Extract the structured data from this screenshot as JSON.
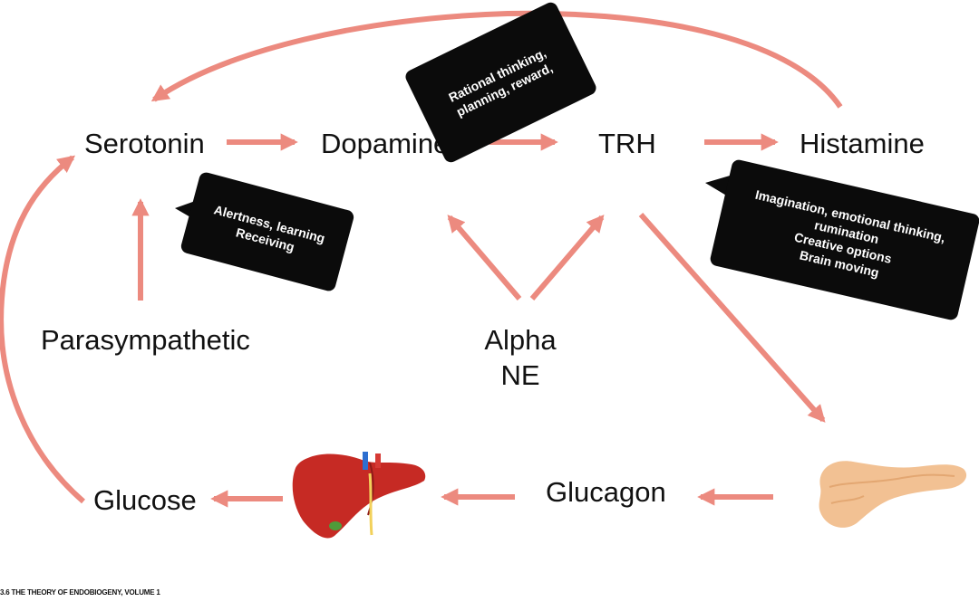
{
  "diagram": {
    "nodes": {
      "serotonin": "Serotonin",
      "dopamine": "Dopamine",
      "trh": "TRH",
      "histamine": "Histamine",
      "parasympathetic": "Parasympathetic",
      "alpha": "Alpha",
      "ne": "NE",
      "glucose": "Glucose",
      "glucagon": "Glucagon"
    },
    "bubbles": {
      "dopamine_note": [
        "Rational thinking,",
        "planning, reward,"
      ],
      "serotonin_note": [
        "Alertness, learning",
        "Receiving"
      ],
      "histamine_note": [
        "Imagination, emotional thinking,",
        "rumination",
        "Creative options",
        "Brain moving"
      ]
    },
    "images": {
      "liver": "liver-illustration",
      "pancreas": "pancreas-illustration"
    },
    "colors": {
      "arrow": "#ec8a7f",
      "bubble": "#0b0b0b",
      "liver": "#c62a24",
      "pancreas": "#f2c193"
    }
  },
  "footer": {
    "caption": "3.6 THE THEORY OF ENDOBIOGENY, VOLUME 1"
  }
}
